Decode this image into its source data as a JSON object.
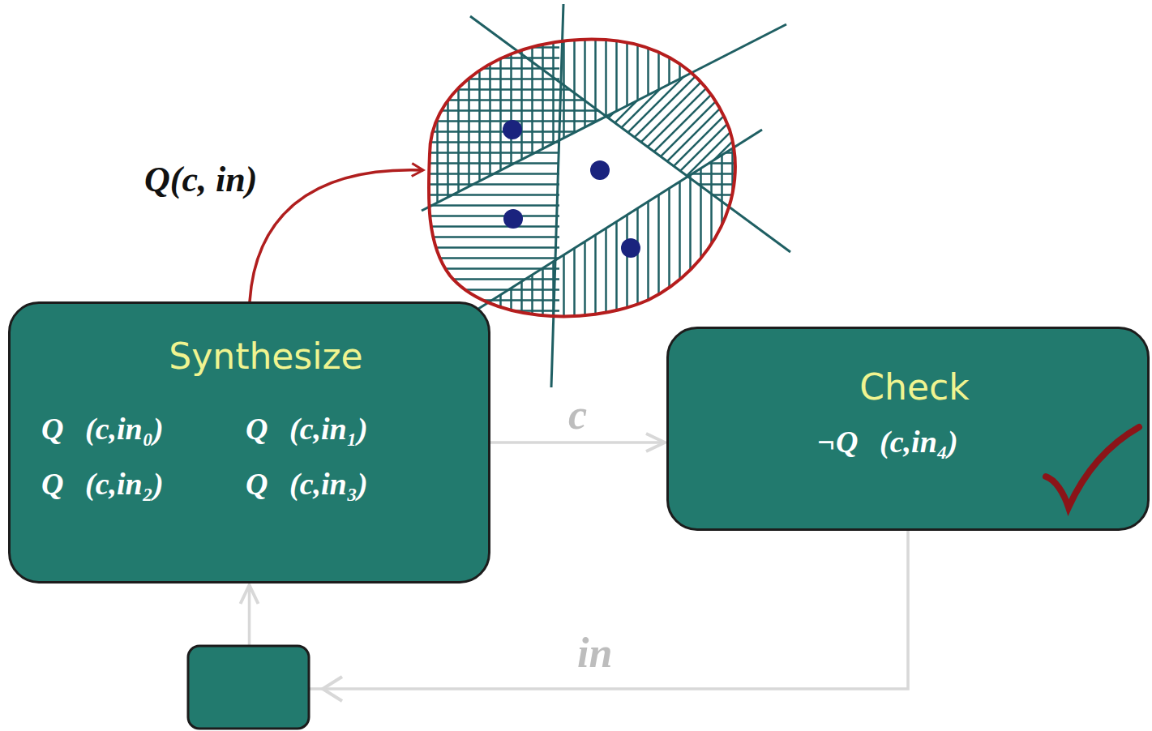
{
  "diagram": {
    "nodes": [
      {
        "text": [
          "Synthesize",
          "Q (c,in₀)",
          "Q (c,in₁)",
          "Q (c,in₂)",
          "Q (c,in₃)"
        ]
      },
      {
        "text": [
          "Check",
          "¬Q (c,in₄)"
        ]
      }
    ],
    "edges": [
      {
        "from": 0,
        "to": 1,
        "arrow": "to",
        "label": "c"
      },
      {
        "from": 1,
        "to": 0,
        "arrow": "to",
        "label": "in"
      }
    ],
    "labels": [
      "Q(c, in)"
    ]
  }
}
